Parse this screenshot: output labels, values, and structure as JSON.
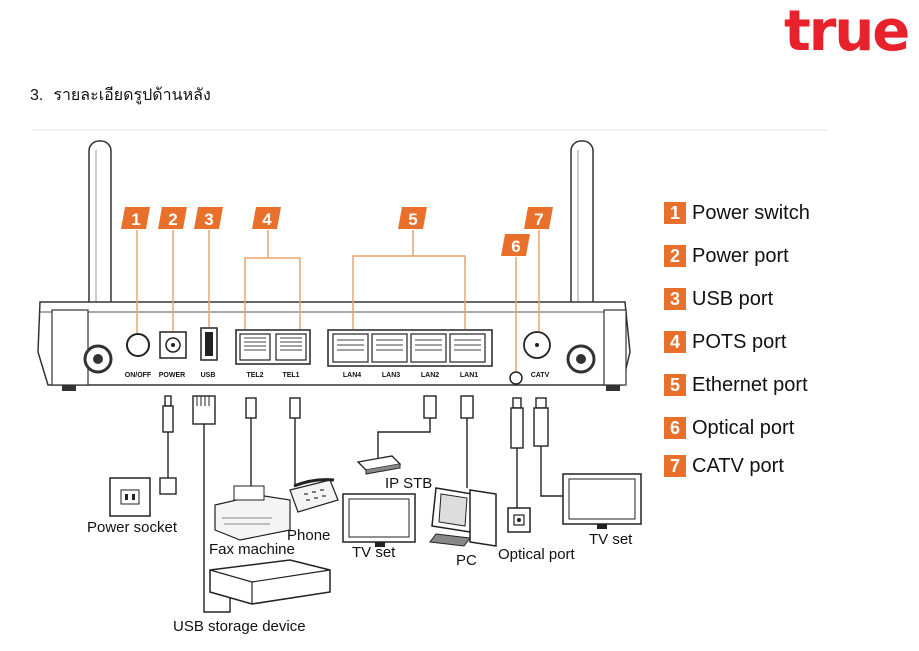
{
  "brand": {
    "logo_text": "true"
  },
  "heading": {
    "number": "3.",
    "text": "รายละเอียดรูปด้านหลัง"
  },
  "callouts": [
    "1",
    "2",
    "3",
    "4",
    "5",
    "6",
    "7"
  ],
  "ports": [
    "ON/OFF",
    "POWER",
    "USB",
    "TEL2",
    "TEL1",
    "LAN4",
    "LAN3",
    "LAN2",
    "LAN1",
    "CATV"
  ],
  "devices": {
    "power_socket": "Power socket",
    "fax": "Fax machine",
    "phone": "Phone",
    "ip_stb": "IP STB",
    "tv1": "TV set",
    "pc": "PC",
    "optical": "Optical port",
    "tv2": "TV set",
    "usb_storage": "USB storage device"
  },
  "legend": [
    {
      "num": "1",
      "label": "Power switch"
    },
    {
      "num": "2",
      "label": "Power port"
    },
    {
      "num": "3",
      "label": "USB port"
    },
    {
      "num": "4",
      "label": "POTS port"
    },
    {
      "num": "5",
      "label": "Ethernet port"
    },
    {
      "num": "6",
      "label": "Optical port"
    },
    {
      "num": "7",
      "label": "CATV port"
    }
  ],
  "colors": {
    "brand": "#e8212a",
    "badge": "#e8702a",
    "line": "#333333"
  }
}
